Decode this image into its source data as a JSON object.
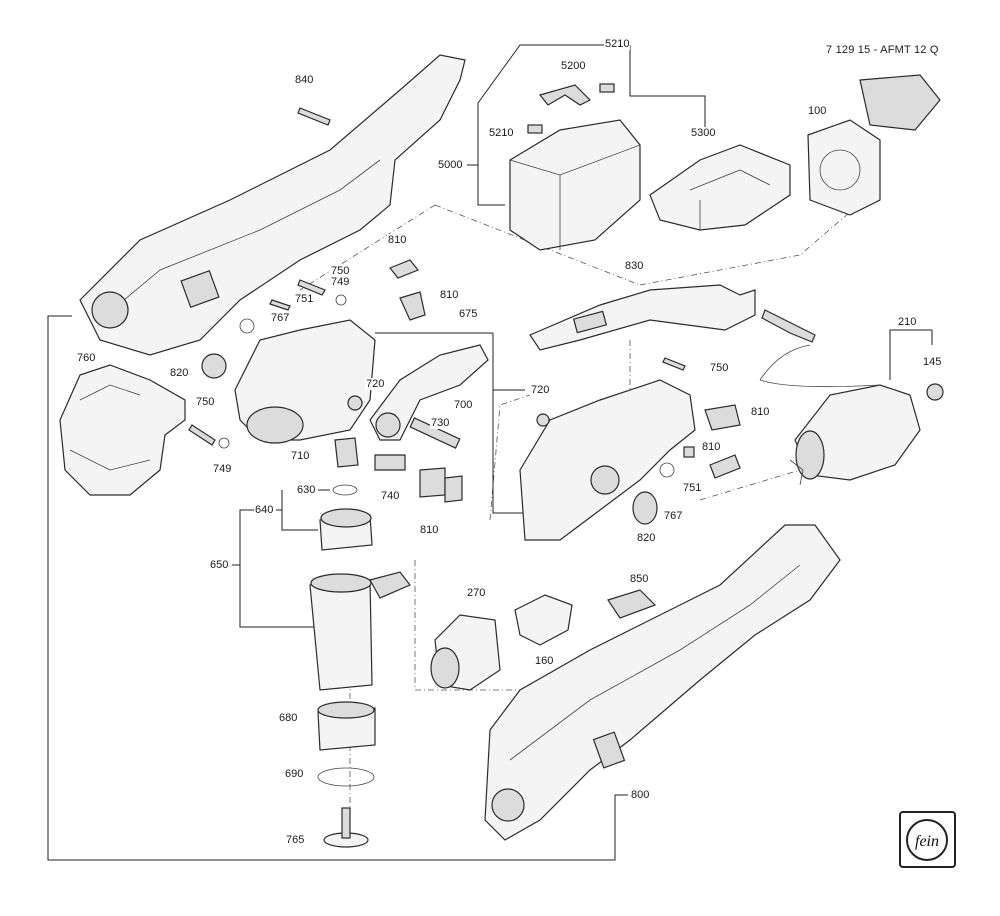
{
  "document": {
    "title": "7 129 15 - AFMT 12 Q",
    "logo_text": "fein"
  },
  "labels": {
    "l840": "840",
    "l5210a": "5210",
    "l5200": "5200",
    "l5210b": "5210",
    "l5000": "5000",
    "l5300": "5300",
    "l100": "100",
    "l810a": "810",
    "l750a": "750",
    "l749a": "749",
    "l751a": "751",
    "l767a": "767",
    "l810b": "810",
    "l675": "675",
    "l830": "830",
    "l210": "210",
    "l145": "145",
    "l760": "760",
    "l820a": "820",
    "l720a": "720",
    "l750b": "750",
    "l720b": "720",
    "l700": "700",
    "l750c": "750",
    "l749b": "749",
    "l730": "730",
    "l810c": "810",
    "l710": "710",
    "l810d": "810",
    "l751b": "751",
    "l630": "630",
    "l740": "740",
    "l640": "640",
    "l767b": "767",
    "l810e": "810",
    "l820b": "820",
    "l650": "650",
    "l850": "850",
    "l270": "270",
    "l160": "160",
    "l680": "680",
    "l690": "690",
    "l800": "800",
    "l765": "765"
  }
}
